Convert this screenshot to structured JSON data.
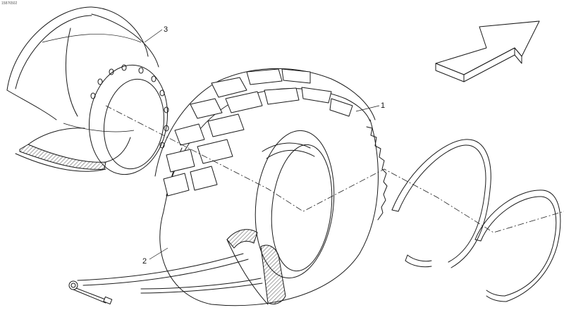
{
  "document_id": "15876502",
  "callouts": [
    {
      "id": "tire",
      "label": "1"
    },
    {
      "id": "tube",
      "label": "2"
    },
    {
      "id": "rim",
      "label": "3"
    }
  ],
  "orientation_icon": "direction-arrow-icon",
  "colors": {
    "ink": "#1a1a1a",
    "background": "#ffffff"
  }
}
